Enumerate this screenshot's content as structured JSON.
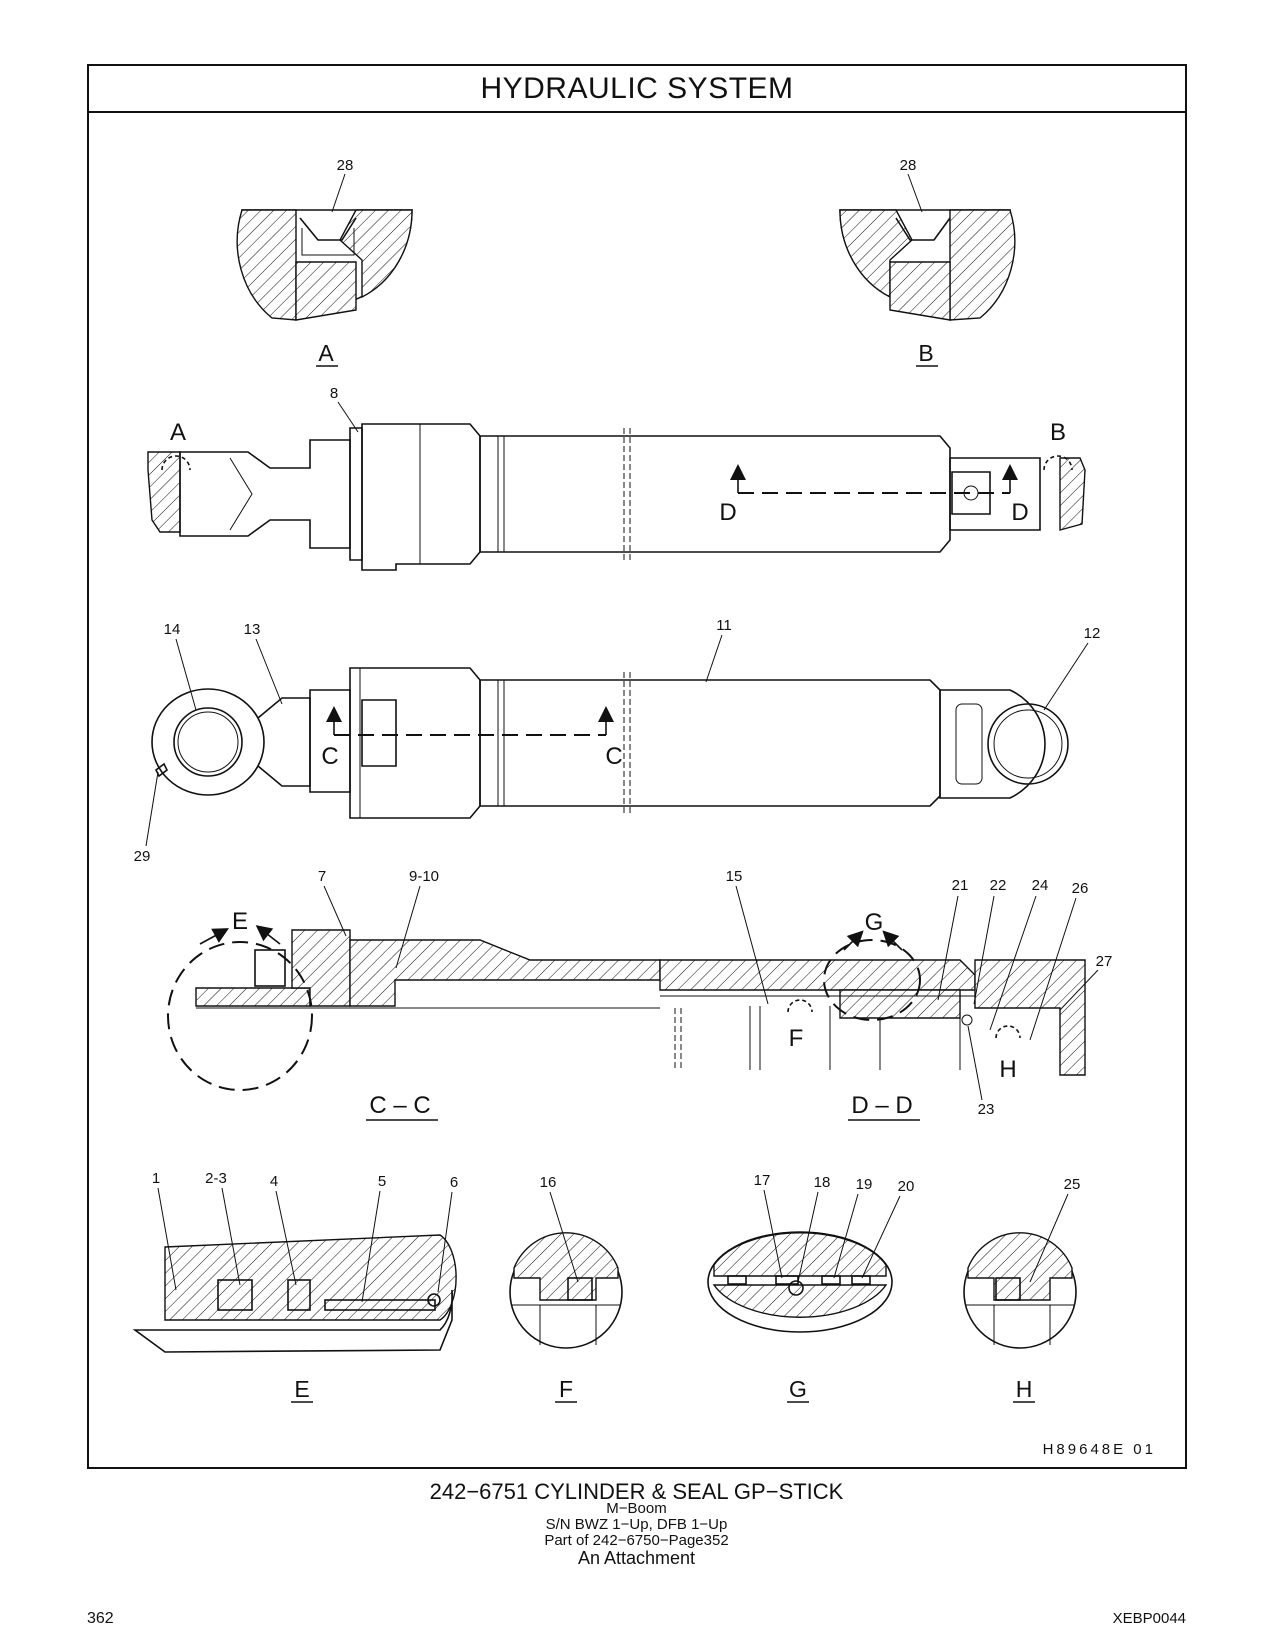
{
  "title": "HYDRAULIC   SYSTEM",
  "views": {
    "detail_a": {
      "callout": "28",
      "label": "A"
    },
    "detail_b": {
      "callout": "28",
      "label": "B"
    },
    "top_view": {
      "callouts": [
        "8"
      ],
      "markers": [
        "A",
        "B",
        "D",
        "D"
      ]
    },
    "side_view": {
      "callouts": [
        "14",
        "13",
        "11",
        "12",
        "29"
      ],
      "markers": [
        "C",
        "C"
      ]
    },
    "section_cc": {
      "label": "C – C",
      "callouts": [
        "7",
        "9-10"
      ],
      "markers": [
        "E"
      ]
    },
    "section_dd": {
      "label": "D – D",
      "callouts": [
        "15",
        "21",
        "22",
        "24",
        "26",
        "27",
        "23"
      ],
      "markers": [
        "G",
        "F",
        "H"
      ]
    },
    "detail_e": {
      "label": "E",
      "callouts": [
        "1",
        "2-3",
        "4",
        "5",
        "6"
      ]
    },
    "detail_f": {
      "label": "F",
      "callouts": [
        "16"
      ]
    },
    "detail_g": {
      "label": "G",
      "callouts": [
        "17",
        "18",
        "19",
        "20"
      ]
    },
    "detail_h": {
      "label": "H",
      "callouts": [
        "25"
      ]
    }
  },
  "drawing_number": "H89648E   01",
  "caption": {
    "main": "242−6751   CYLINDER  &  SEAL  GP−STICK",
    "line1": "M−Boom",
    "line2": "S/N BWZ 1−Up, DFB 1−Up",
    "line3": "Part of 242−6750−Page352",
    "line4": "An Attachment"
  },
  "page_number": "362",
  "doc_code": "XEBP0044"
}
